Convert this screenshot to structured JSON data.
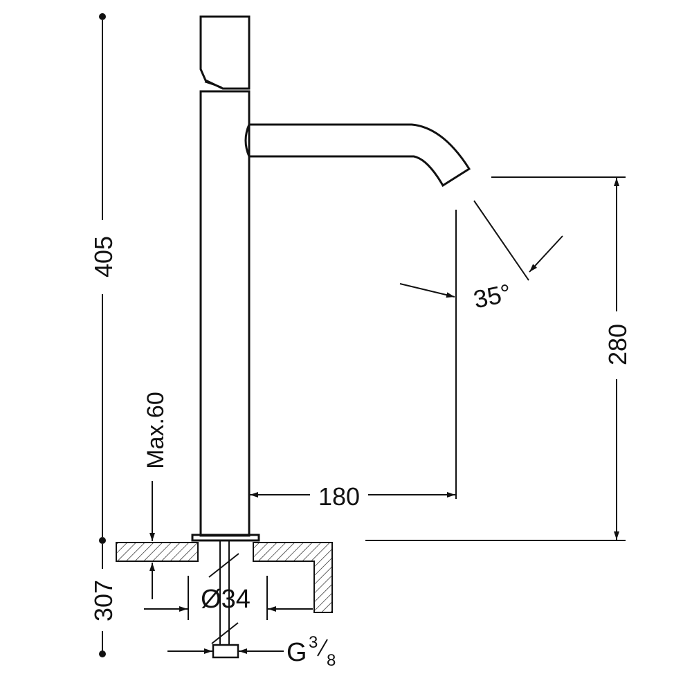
{
  "dimensions": {
    "total_height": "405",
    "under_counter": "307",
    "spout_height": "280",
    "spout_reach": "180",
    "spout_angle": "35°",
    "max_counter_thickness": "Max.60",
    "hole_diameter": "Ø34",
    "connection_thread": {
      "base": "G",
      "numerator": "3",
      "denominator": "8"
    }
  },
  "colors": {
    "line": "#111111",
    "background": "#ffffff"
  }
}
